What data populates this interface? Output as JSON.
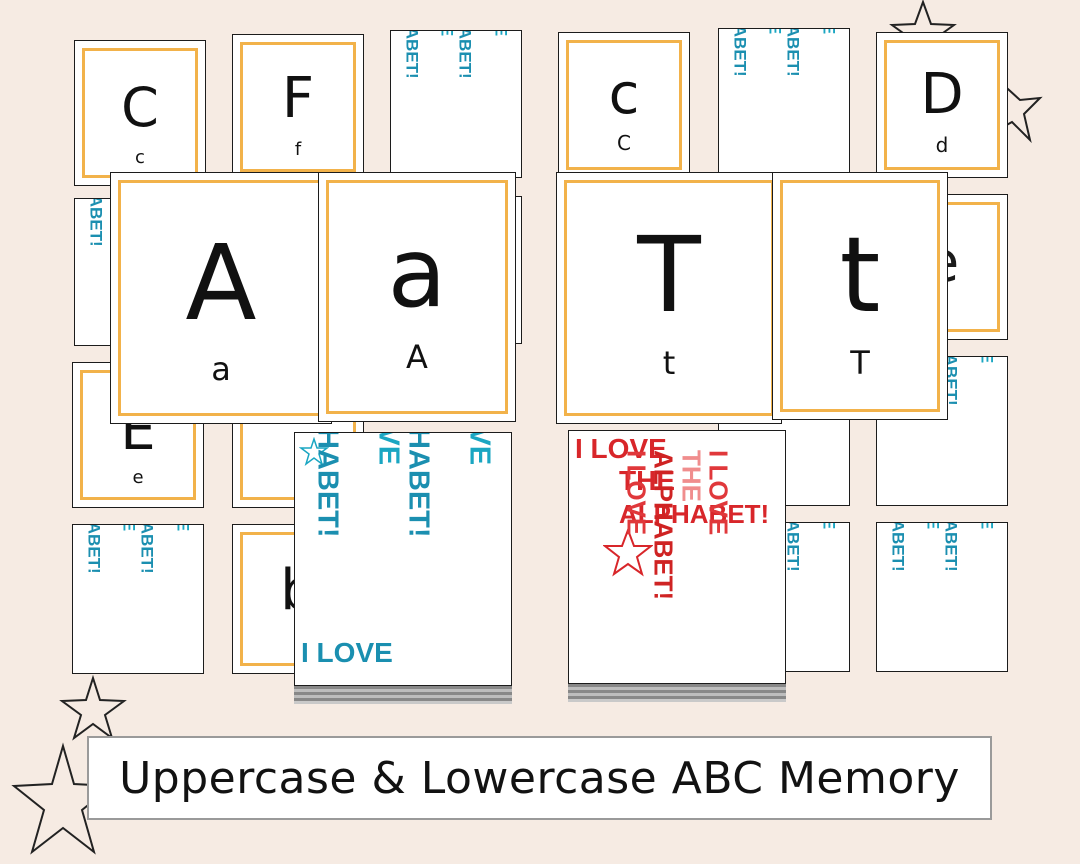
{
  "title": "Uppercase & Lowercase ABC Memory",
  "pattern_lines": [
    "I LOVE",
    "THE",
    "ALPHABET!"
  ],
  "colors": {
    "background": "#f6ebe3",
    "frame": "#f2b24a",
    "blue_text": "#1aa6c2",
    "red_text": "#e0383b"
  },
  "back_cards": {
    "c_card": {
      "big": "C",
      "small": "c"
    },
    "f_card": {
      "big": "F",
      "small": "f"
    },
    "c_lower_card": {
      "big": "c",
      "small": "C"
    },
    "d_card": {
      "big": "D",
      "small": "d"
    },
    "e_card": {
      "big": "E",
      "small": "e"
    },
    "b_card": {
      "big": "b",
      "small": ""
    }
  },
  "front_cards": {
    "upper_a": {
      "big": "A",
      "small": "a"
    },
    "lower_a": {
      "big": "a",
      "small": "A"
    },
    "upper_t": {
      "big": "T",
      "small": "t"
    },
    "lower_t": {
      "big": "t",
      "small": "T"
    }
  },
  "icons": [
    "star-outline-icon"
  ]
}
